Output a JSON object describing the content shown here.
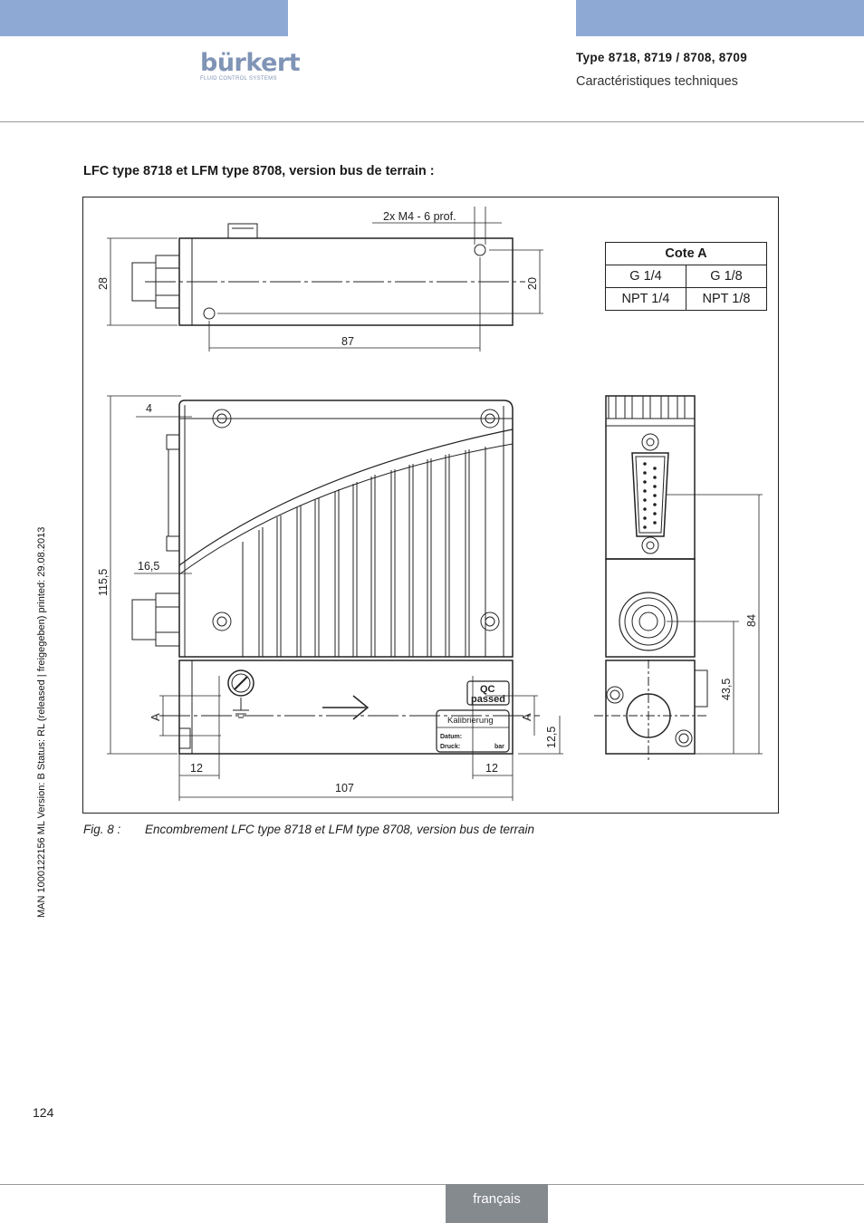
{
  "header": {
    "logo_text": "bürkert",
    "logo_subtitle": "FLUID CONTROL SYSTEMS",
    "title": "Type 8718, 8719 / 8708, 8709",
    "subtitle": "Caractéristiques techniques"
  },
  "section_heading": "LFC type 8718 et LFM type 8708, version bus de terrain :",
  "drawing": {
    "label_thread": "2x M4 - 6 prof.",
    "dim_28": "28",
    "dim_20": "20",
    "dim_87": "87",
    "dim_4": "4",
    "dim_16_5": "16,5",
    "dim_115_5": "115,5",
    "label_a_left": "A",
    "label_a_right": "A",
    "dim_12_left": "12",
    "dim_12_right": "12",
    "dim_107": "107",
    "dim_12_5": "12,5",
    "dim_84": "84",
    "dim_43_5": "43,5",
    "qc_line1": "QC",
    "qc_line2": "passed",
    "kal_title": "Kalibrierung",
    "kal_datum": "Datum:",
    "kal_druck": "Druck:",
    "kal_unit": "bar"
  },
  "cote_table": {
    "header": "Cote A",
    "rows": [
      [
        "G 1/4",
        "G 1/8"
      ],
      [
        "NPT 1/4",
        "NPT 1/8"
      ]
    ]
  },
  "caption": {
    "number": "Fig. 8 :",
    "text": "Encombrement LFC type 8718 et LFM type 8708, version bus de terrain"
  },
  "side_meta": "MAN  1000122156  ML  Version: B  Status: RL (released | freigegeben)  printed: 29.08.2013",
  "page_number": "124",
  "language": "français"
}
